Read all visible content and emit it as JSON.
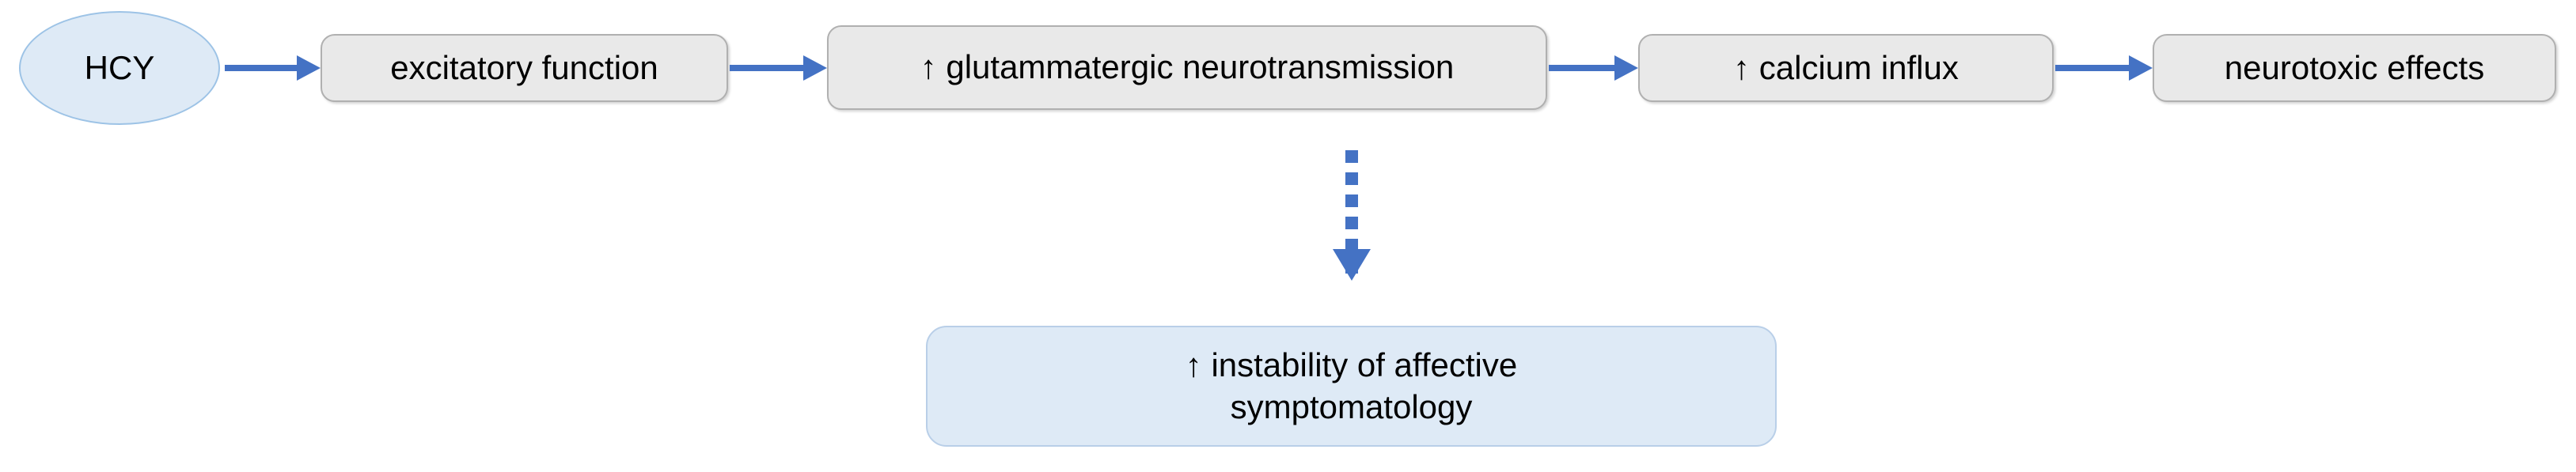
{
  "diagram": {
    "title": "HCY neurotoxicity pathway flowchart",
    "colors": {
      "arrow": "#4472C4",
      "gray_node_fill": "#E9E9E9",
      "gray_node_border": "#B0B0B0",
      "blue_node_fill": "#DEEAF6",
      "blue_node_border": "#9DC3E6",
      "text": "#000000",
      "background": "#FFFFFF"
    },
    "nodes": [
      {
        "id": "hcy",
        "label": "HCY",
        "shape": "ellipse",
        "style": "blue"
      },
      {
        "id": "excitatory-function",
        "label": "excitatory function",
        "shape": "rounded-rect",
        "style": "gray"
      },
      {
        "id": "glutammatergic-neurotransmission",
        "label": "↑ glutammatergic neurotransmission",
        "shape": "rounded-rect",
        "style": "gray"
      },
      {
        "id": "calcium-influx",
        "label": "↑ calcium influx",
        "shape": "rounded-rect",
        "style": "gray"
      },
      {
        "id": "neurotoxic-effects",
        "label": "neurotoxic effects",
        "shape": "rounded-rect",
        "style": "gray"
      },
      {
        "id": "instability-affective-symptomatology",
        "label": "↑ instability of affective\nsymptomatology",
        "shape": "rounded-rect",
        "style": "blue"
      }
    ],
    "edges": [
      {
        "id": "e1",
        "from": "hcy",
        "to": "excitatory-function",
        "style": "solid",
        "direction": "right"
      },
      {
        "id": "e2",
        "from": "excitatory-function",
        "to": "glutammatergic-neurotransmission",
        "style": "solid",
        "direction": "right"
      },
      {
        "id": "e3",
        "from": "glutammatergic-neurotransmission",
        "to": "calcium-influx",
        "style": "solid",
        "direction": "right"
      },
      {
        "id": "e4",
        "from": "calcium-influx",
        "to": "neurotoxic-effects",
        "style": "solid",
        "direction": "right"
      },
      {
        "id": "e5",
        "from": "glutammatergic-neurotransmission",
        "to": "instability-affective-symptomatology",
        "style": "dotted",
        "direction": "down"
      }
    ]
  }
}
